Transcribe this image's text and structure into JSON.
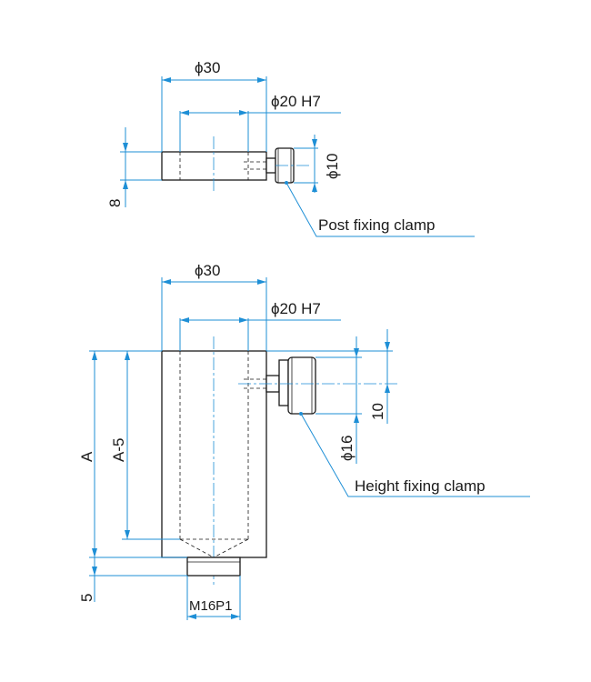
{
  "top_view": {
    "outer_dia": "ϕ30",
    "inner_dia": "ϕ20 H7",
    "screw_dia": "ϕ10",
    "thickness": "8",
    "clamp_label": "Post fixing clamp"
  },
  "side_view": {
    "outer_dia": "ϕ30",
    "inner_dia": "ϕ20 H7",
    "knob_dia": "ϕ16",
    "screw_offset": "10",
    "height": "A",
    "bore_depth": "A-5",
    "thread_height": "5",
    "thread": "M16P1",
    "clamp_label": "Height fixing clamp"
  },
  "colors": {
    "dimension_lines": "#1e8fd6",
    "outline": "#1a1a1a"
  }
}
